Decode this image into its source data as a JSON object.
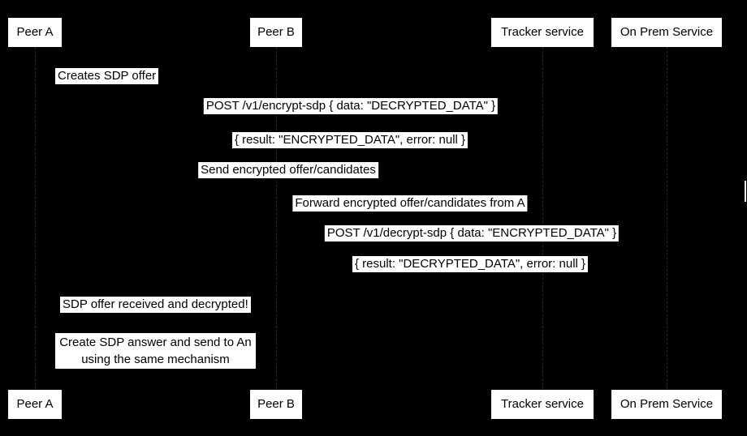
{
  "diagram": {
    "type": "sequence-diagram",
    "colors": {
      "background": "#000000",
      "label_background": "#ffffff",
      "label_text": "#000000",
      "lifeline": "#262626"
    },
    "actors": [
      {
        "label": "Peer A"
      },
      {
        "label": "Peer B"
      },
      {
        "label": "Tracker service"
      },
      {
        "label": "On Prem Service"
      }
    ],
    "messages": [
      {
        "text": "Creates SDP offer"
      },
      {
        "text": "POST /v1/encrypt-sdp { data: \"DECRYPTED_DATA\" }"
      },
      {
        "text": "{ result: \"ENCRYPTED_DATA\", error: null }"
      },
      {
        "text": "Send encrypted offer/candidates"
      },
      {
        "text": "Forward encrypted offer/candidates from A"
      },
      {
        "text": "POST /v1/decrypt-sdp { data: \"ENCRYPTED_DATA\" }"
      },
      {
        "text": "{ result: \"DECRYPTED_DATA\", error: null }"
      },
      {
        "text": "SDP offer received and decrypted!"
      }
    ],
    "note": {
      "line1": "Create SDP answer and send to An",
      "line2": "using the same mechanism"
    }
  }
}
